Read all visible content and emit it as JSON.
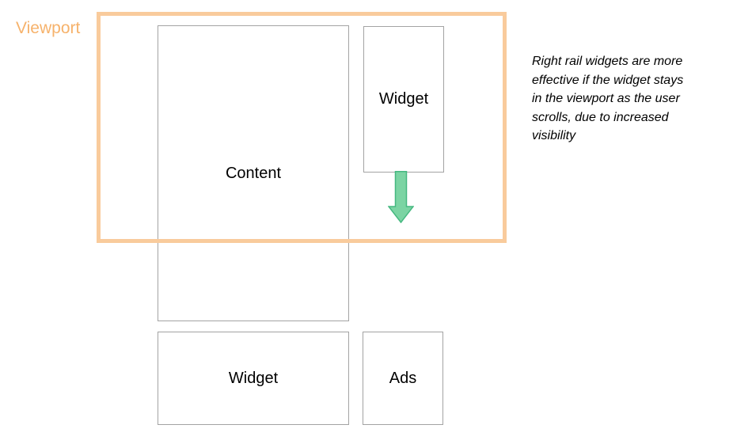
{
  "diagram": {
    "viewport_label": "Viewport",
    "content_label": "Content",
    "sticky_widget_label": "Widget",
    "bottom_widget_label": "Widget",
    "ads_label": "Ads",
    "note": "Right rail widgets are more\neffective if the widget stays\nin the viewport as the user\nscrolls, due to increased\nvisibility"
  },
  "icons": {
    "arrow": "scroll-down-arrow-icon"
  },
  "colors": {
    "background": "#ffffff",
    "viewport_border": "#f9cb9c",
    "viewport_label_text": "#f6b26b",
    "box_border": "#a3a3a3",
    "box_label_text": "#000000",
    "arrow_fill": "#7bd4a3",
    "arrow_stroke": "#45b880",
    "note_text": "#000000"
  }
}
